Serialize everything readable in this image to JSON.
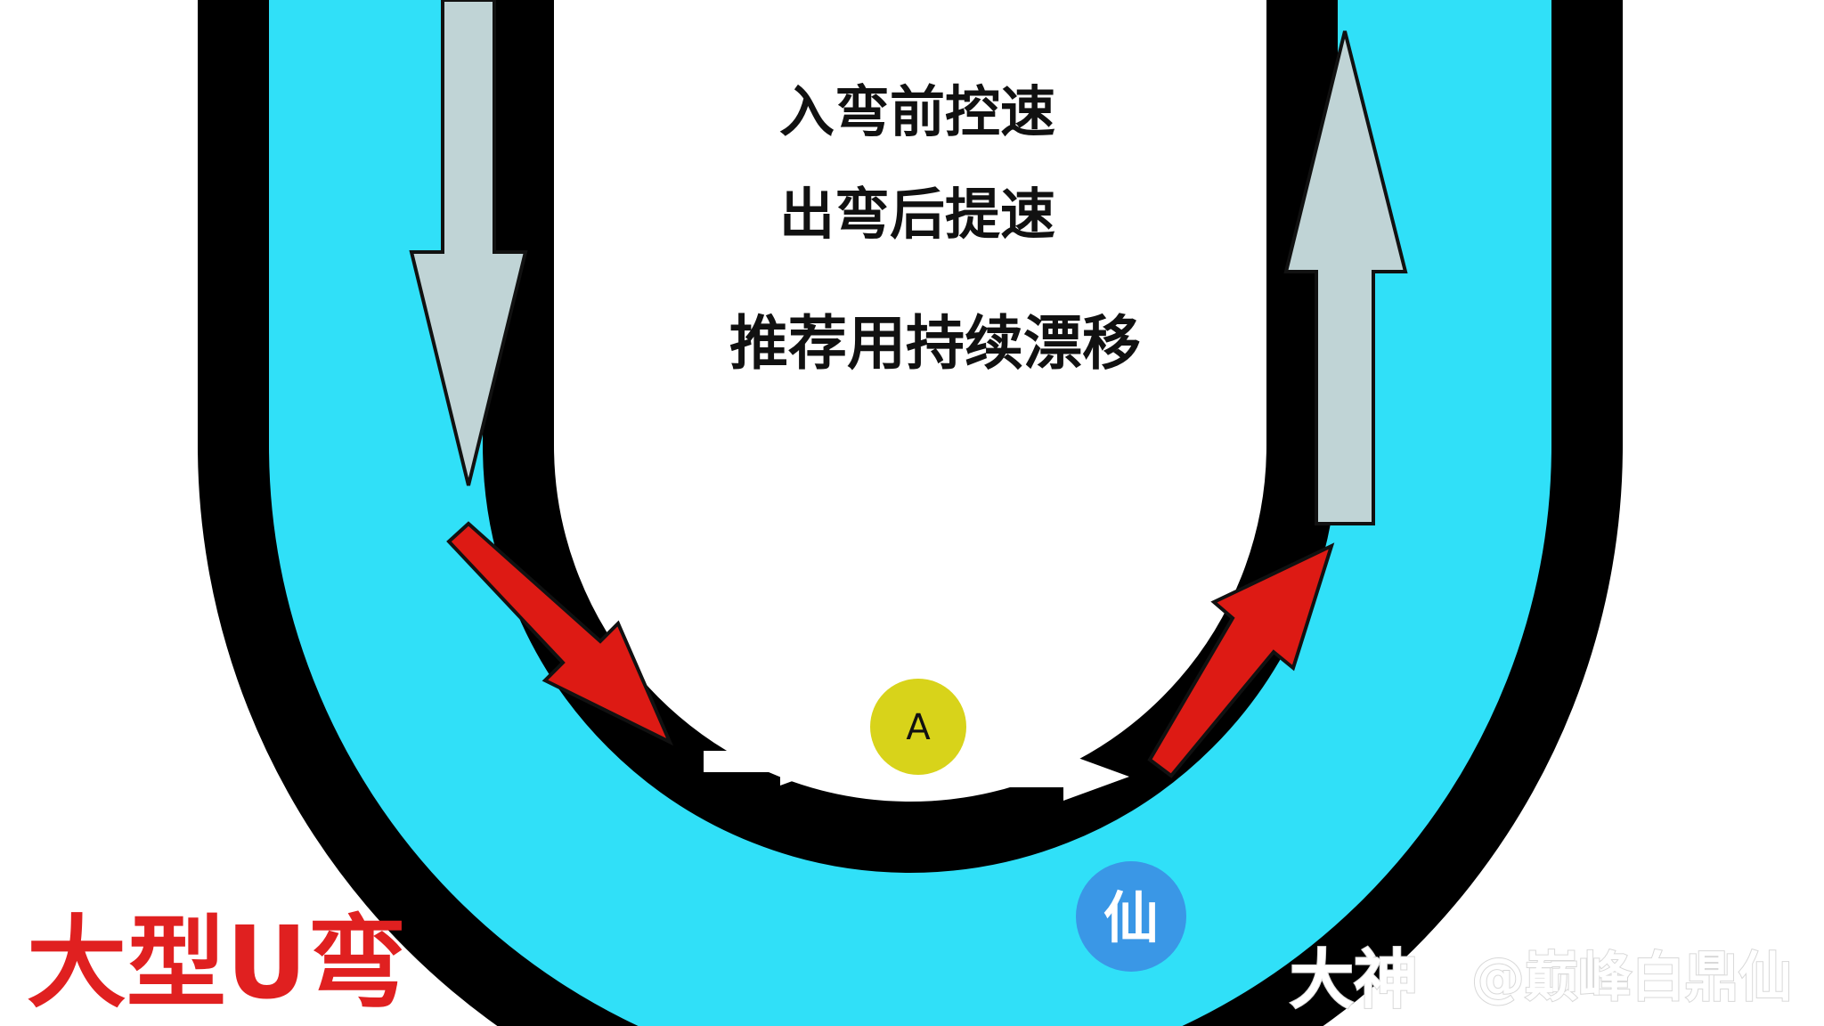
{
  "tips": [
    "入弯前控速",
    "出弯后提速",
    "推荐用持续漂移"
  ],
  "marker": {
    "label": "A",
    "color": "#d8d31a"
  },
  "title": {
    "text": "大型U弯",
    "color": "#e02020"
  },
  "badge": {
    "text": "仙",
    "color": "#3a97e6"
  },
  "watermark": {
    "brand": "大神",
    "handle": "@巅峰白鼎仙"
  },
  "colors": {
    "track_border": "#000000",
    "track_surface": "#30e0f8",
    "straight_arrows": "#c0d4d6",
    "turn_arrows": "#dd1a14",
    "apex_arrows": "#ffffff"
  },
  "icons": {
    "straight_arrows": "block-arrow",
    "turn_arrows": "diagonal-arrow",
    "apex_arrows": "right-arrow"
  }
}
